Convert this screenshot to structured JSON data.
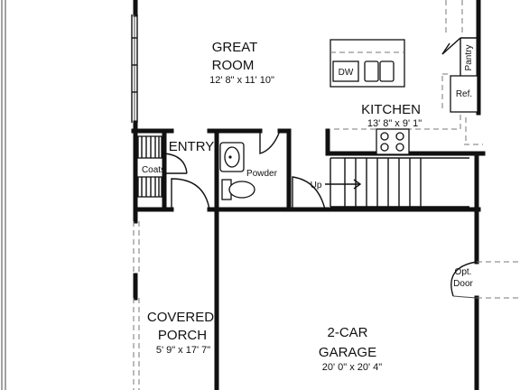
{
  "rooms": {
    "great_room": {
      "name_line1": "GREAT",
      "name_line2": "ROOM",
      "dims": "12' 8\" x 11' 10\""
    },
    "kitchen": {
      "name": "KITCHEN",
      "dims": "13' 8\" x 9' 1\""
    },
    "entry": {
      "name": "ENTRY"
    },
    "coats": {
      "name": "Coats"
    },
    "powder": {
      "name": "Powder"
    },
    "covered_porch": {
      "name_line1": "COVERED",
      "name_line2": "PORCH",
      "dims": "5' 9\" x 17' 7\""
    },
    "garage": {
      "name_line1": "2-CAR",
      "name_line2": "GARAGE",
      "dims": "20' 0\" x 20' 4\""
    }
  },
  "fixtures": {
    "dishwasher": "DW",
    "refrigerator": "Ref.",
    "pantry": "Pantry",
    "stair": "Up",
    "opt_door_line1": "Opt.",
    "opt_door_line2": "Door"
  }
}
